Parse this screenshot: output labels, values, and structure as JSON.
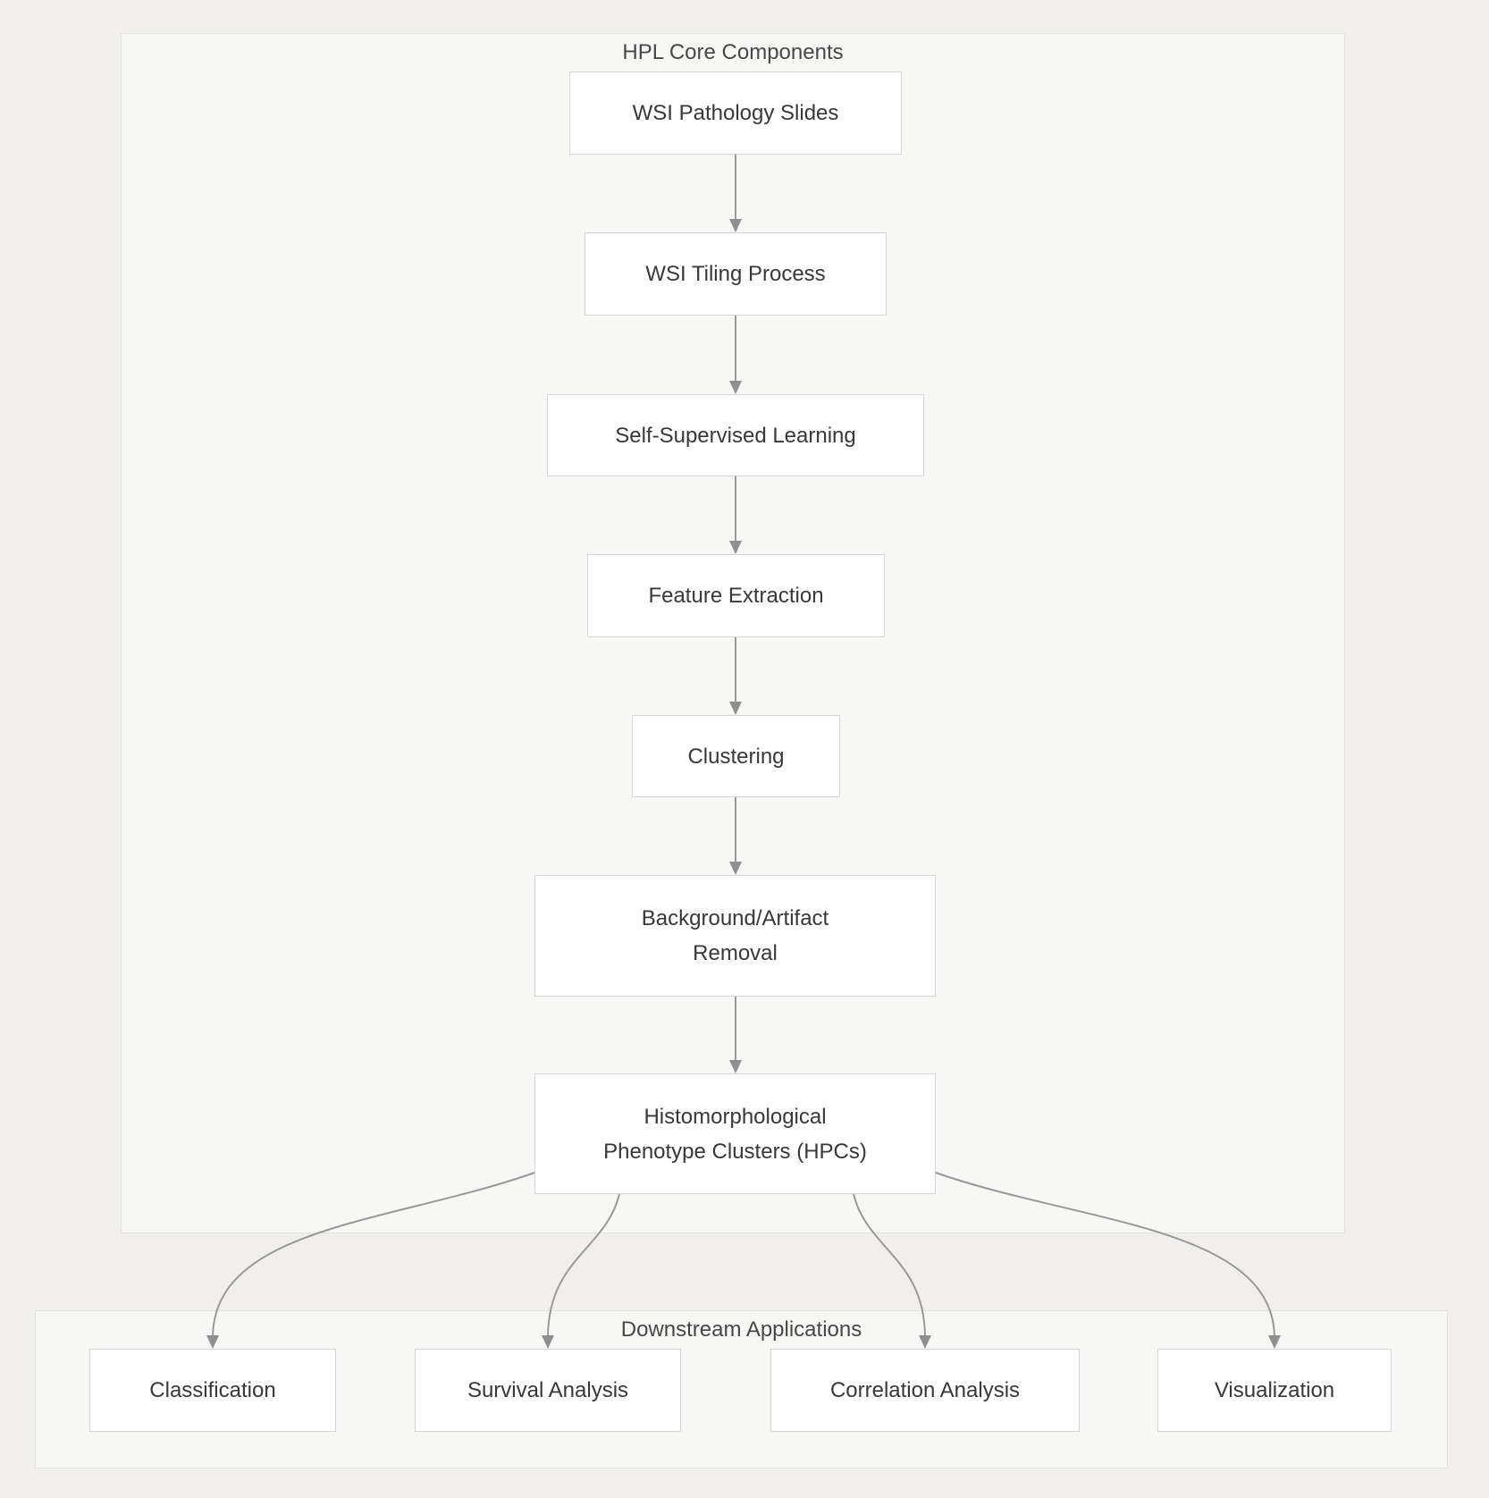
{
  "groups": {
    "core": {
      "title": "HPL Core Components"
    },
    "downstream": {
      "title": "Downstream Applications"
    }
  },
  "nodes": {
    "wsi_slides": {
      "label": "WSI Pathology Slides"
    },
    "wsi_tiling": {
      "label": "WSI Tiling Process"
    },
    "ssl": {
      "label": "Self-Supervised Learning"
    },
    "feature_extraction": {
      "label": "Feature Extraction"
    },
    "clustering": {
      "label": "Clustering"
    },
    "background_removal": {
      "label": "Background/Artifact\nRemoval"
    },
    "hpcs": {
      "label": "Histomorphological\nPhenotype Clusters (HPCs)"
    },
    "classification": {
      "label": "Classification"
    },
    "survival": {
      "label": "Survival Analysis"
    },
    "correlation": {
      "label": "Correlation Analysis"
    },
    "visualization": {
      "label": "Visualization"
    }
  },
  "edges": [
    {
      "from": "wsi_slides",
      "to": "wsi_tiling"
    },
    {
      "from": "wsi_tiling",
      "to": "ssl"
    },
    {
      "from": "ssl",
      "to": "feature_extraction"
    },
    {
      "from": "feature_extraction",
      "to": "clustering"
    },
    {
      "from": "clustering",
      "to": "background_removal"
    },
    {
      "from": "background_removal",
      "to": "hpcs"
    },
    {
      "from": "hpcs",
      "to": "classification"
    },
    {
      "from": "hpcs",
      "to": "survival"
    },
    {
      "from": "hpcs",
      "to": "correlation"
    },
    {
      "from": "hpcs",
      "to": "visualization"
    }
  ],
  "colors": {
    "page_bg": "#f0efed",
    "group_bg": "#f7f7f5",
    "group_border": "#e3e2e0",
    "node_bg": "#ffffff",
    "node_border": "#d8d7d5",
    "edge": "#999999",
    "arrowhead": "#8f8f8f",
    "text": "#383838",
    "title_text": "#474747"
  }
}
